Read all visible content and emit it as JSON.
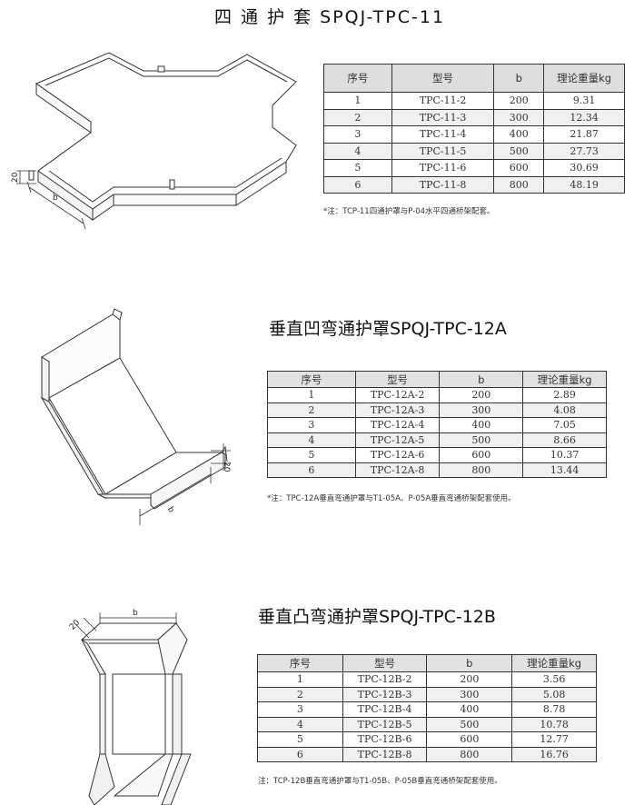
{
  "headers": [
    "序号",
    "型号",
    "b",
    "理论重量kg"
  ],
  "sections": [
    {
      "title": "四 通 护 套 SPQJ-TPC-11",
      "rows": [
        [
          "1",
          "TPC-11-2",
          "200",
          "9.31"
        ],
        [
          "2",
          "TPC-11-3",
          "300",
          "12.34"
        ],
        [
          "3",
          "TPC-11-4",
          "400",
          "21.87"
        ],
        [
          "4",
          "TPC-11-5",
          "500",
          "27.73"
        ],
        [
          "5",
          "TPC-11-6",
          "600",
          "30.69"
        ],
        [
          "6",
          "TPC-11-8",
          "800",
          "48.19"
        ]
      ],
      "note": "*注：TCP-11四通护罩与P-04水平四通桥架配套。",
      "dims": {
        "h": "20",
        "w": "b"
      }
    },
    {
      "title": "垂直凹弯通护罩SPQJ-TPC-12A",
      "rows": [
        [
          "1",
          "TPC-12A-2",
          "200",
          "2.89"
        ],
        [
          "2",
          "TPC-12A-3",
          "300",
          "4.08"
        ],
        [
          "3",
          "TPC-12A-4",
          "400",
          "7.05"
        ],
        [
          "4",
          "TPC-12A-5",
          "500",
          "8.66"
        ],
        [
          "5",
          "TPC-12A-6",
          "600",
          "10.37"
        ],
        [
          "6",
          "TPC-12A-8",
          "800",
          "13.44"
        ]
      ],
      "note": "*注：TPC-12A垂直弯通护罩与T1-05A、P-05A垂直弯通桥架配套使用。",
      "dims": {
        "h": "20",
        "w": "b"
      }
    },
    {
      "title": "垂直凸弯通护罩SPQJ-TPC-12B",
      "rows": [
        [
          "1",
          "TPC-12B-2",
          "200",
          "3.56"
        ],
        [
          "2",
          "TPC-12B-3",
          "300",
          "5.08"
        ],
        [
          "3",
          "TPC-12B-4",
          "400",
          "8.78"
        ],
        [
          "4",
          "TPC-12B-5",
          "500",
          "10.78"
        ],
        [
          "5",
          "TPC-12B-6",
          "600",
          "12.77"
        ],
        [
          "6",
          "TPC-12B-8",
          "800",
          "16.76"
        ]
      ],
      "note": "注：TCP-12B垂直弯通护罩与T1-05B、P-05B垂直弯通桥架配套使用。",
      "dims": {
        "h": "20",
        "w": "b"
      }
    }
  ]
}
